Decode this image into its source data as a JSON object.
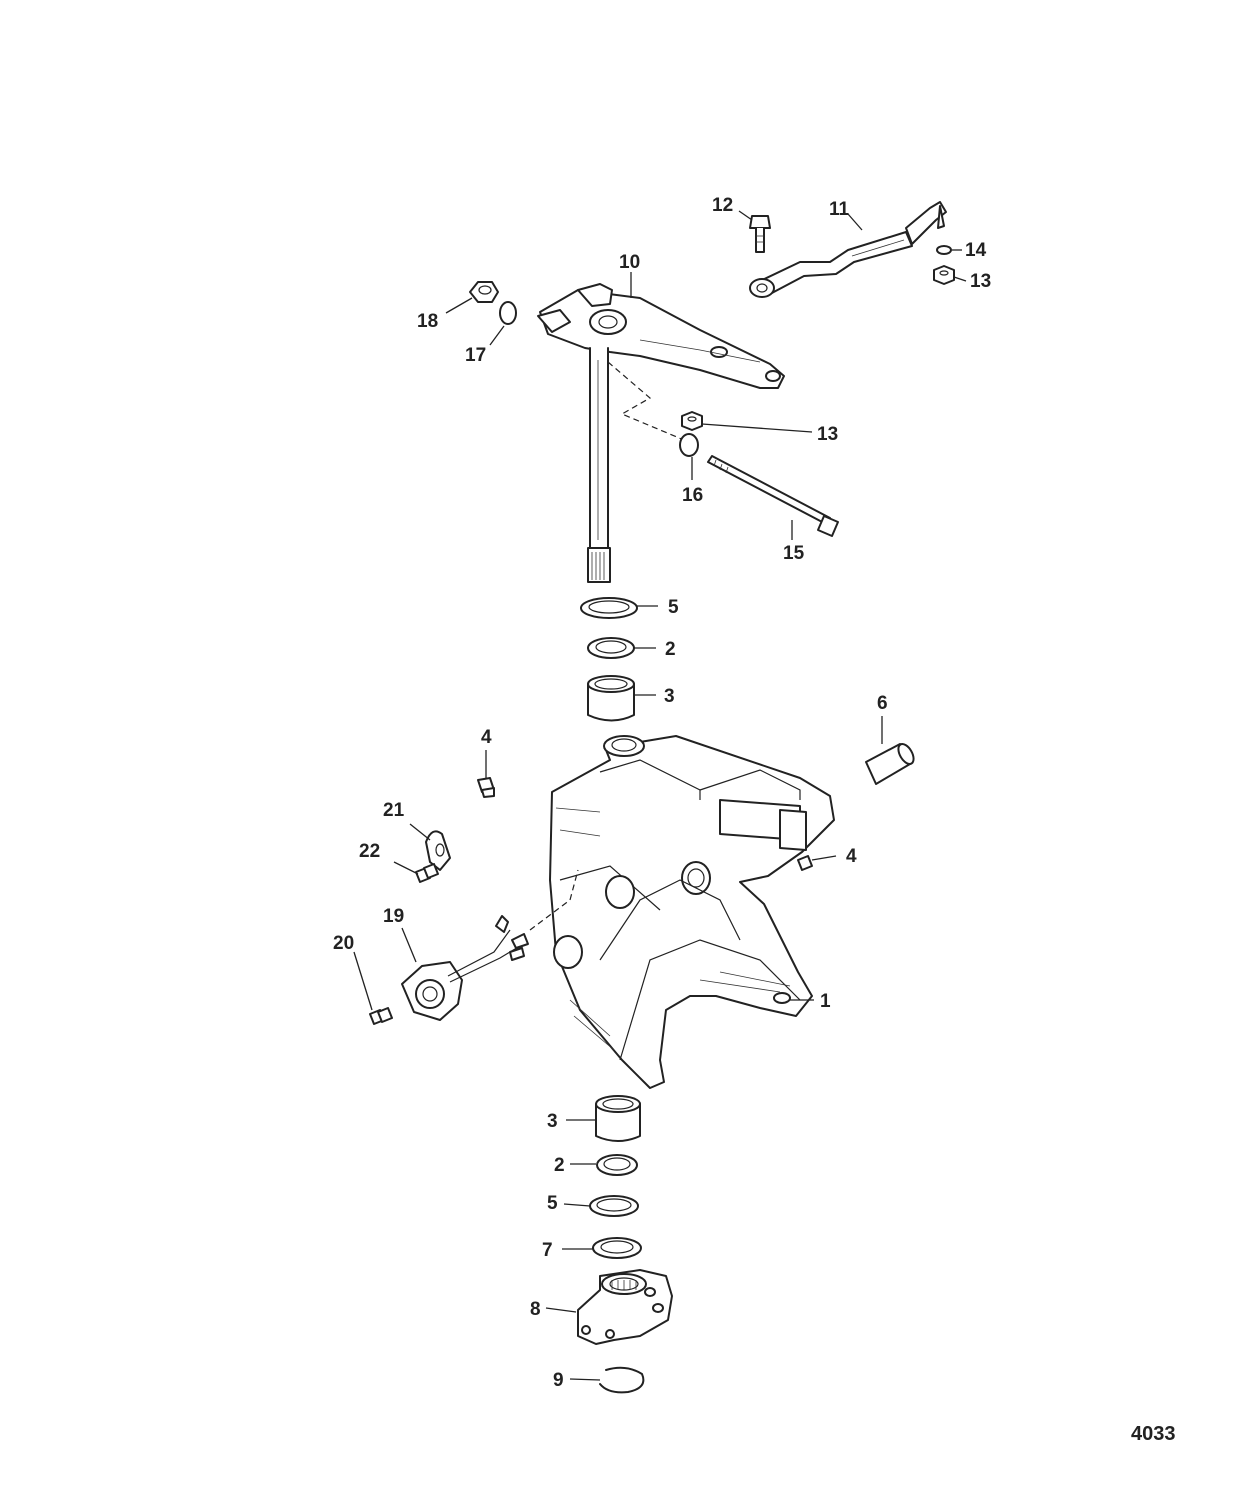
{
  "figure_id": "4033",
  "callouts": [
    {
      "key": "c12",
      "text": "12"
    },
    {
      "key": "c11",
      "text": "11"
    },
    {
      "key": "c14",
      "text": "14"
    },
    {
      "key": "c13a",
      "text": "13"
    },
    {
      "key": "c10",
      "text": "10"
    },
    {
      "key": "c18",
      "text": "18"
    },
    {
      "key": "c17",
      "text": "17"
    },
    {
      "key": "c13b",
      "text": "13"
    },
    {
      "key": "c16",
      "text": "16"
    },
    {
      "key": "c15",
      "text": "15"
    },
    {
      "key": "c5a",
      "text": "5"
    },
    {
      "key": "c2a",
      "text": "2"
    },
    {
      "key": "c3a",
      "text": "3"
    },
    {
      "key": "c6",
      "text": "6"
    },
    {
      "key": "c4a",
      "text": "4"
    },
    {
      "key": "c21",
      "text": "21"
    },
    {
      "key": "c22",
      "text": "22"
    },
    {
      "key": "c4b",
      "text": "4"
    },
    {
      "key": "c19",
      "text": "19"
    },
    {
      "key": "c20",
      "text": "20"
    },
    {
      "key": "c1",
      "text": "1"
    },
    {
      "key": "c3b",
      "text": "3"
    },
    {
      "key": "c2b",
      "text": "2"
    },
    {
      "key": "c5b",
      "text": "5"
    },
    {
      "key": "c7",
      "text": "7"
    },
    {
      "key": "c8",
      "text": "8"
    },
    {
      "key": "c9",
      "text": "9"
    }
  ]
}
